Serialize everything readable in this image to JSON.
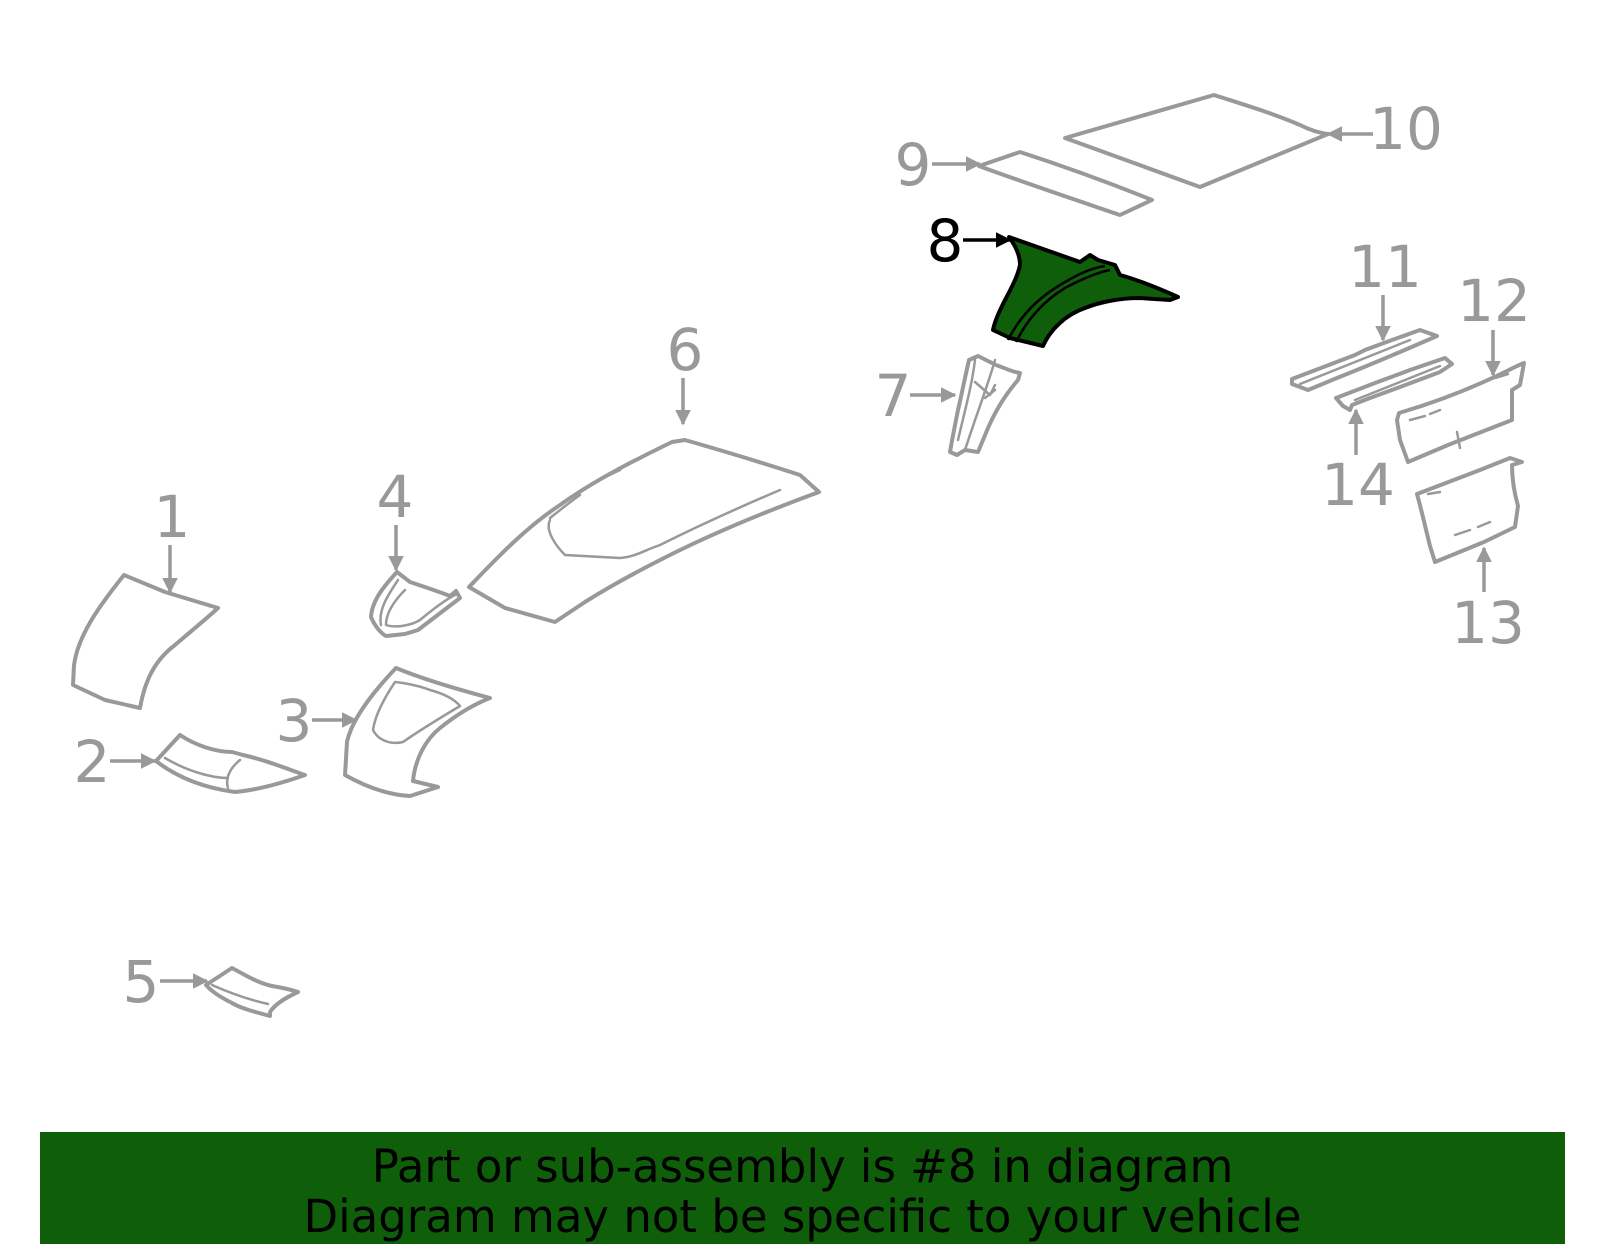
{
  "diagram": {
    "highlight_color": "#0f5e0a",
    "outline_color": "#999999",
    "highlighted_part": "8",
    "callouts": [
      "1",
      "2",
      "3",
      "4",
      "5",
      "6",
      "7",
      "8",
      "9",
      "10",
      "11",
      "12",
      "13",
      "14"
    ]
  },
  "banner": {
    "line1": "Part or sub-assembly is #8 in diagram",
    "line2": "Diagram may not be specific to your vehicle"
  }
}
